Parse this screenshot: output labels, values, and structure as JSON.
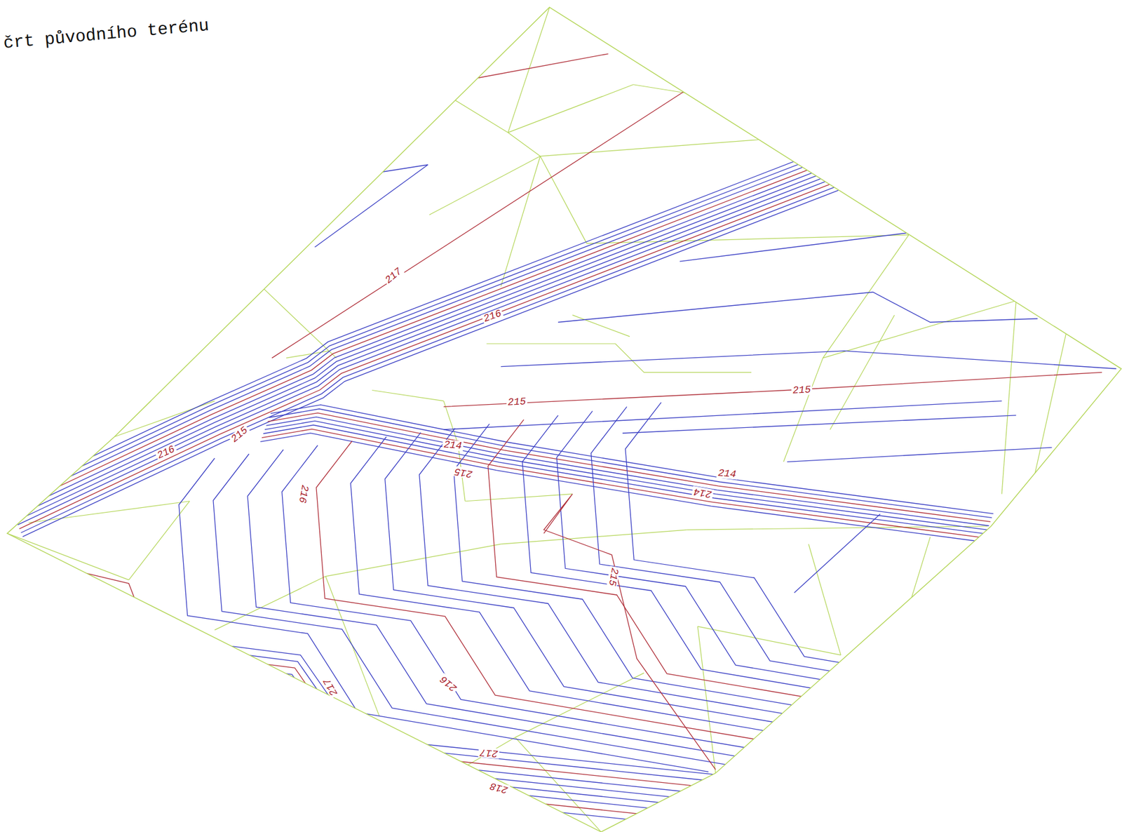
{
  "diagram": {
    "title": "črt původního terénu",
    "labels": [
      "217",
      "216",
      "215",
      "215",
      "216",
      "215",
      "214",
      "215",
      "214",
      "214",
      "216",
      "215",
      "216",
      "217",
      "217",
      "218"
    ]
  }
}
